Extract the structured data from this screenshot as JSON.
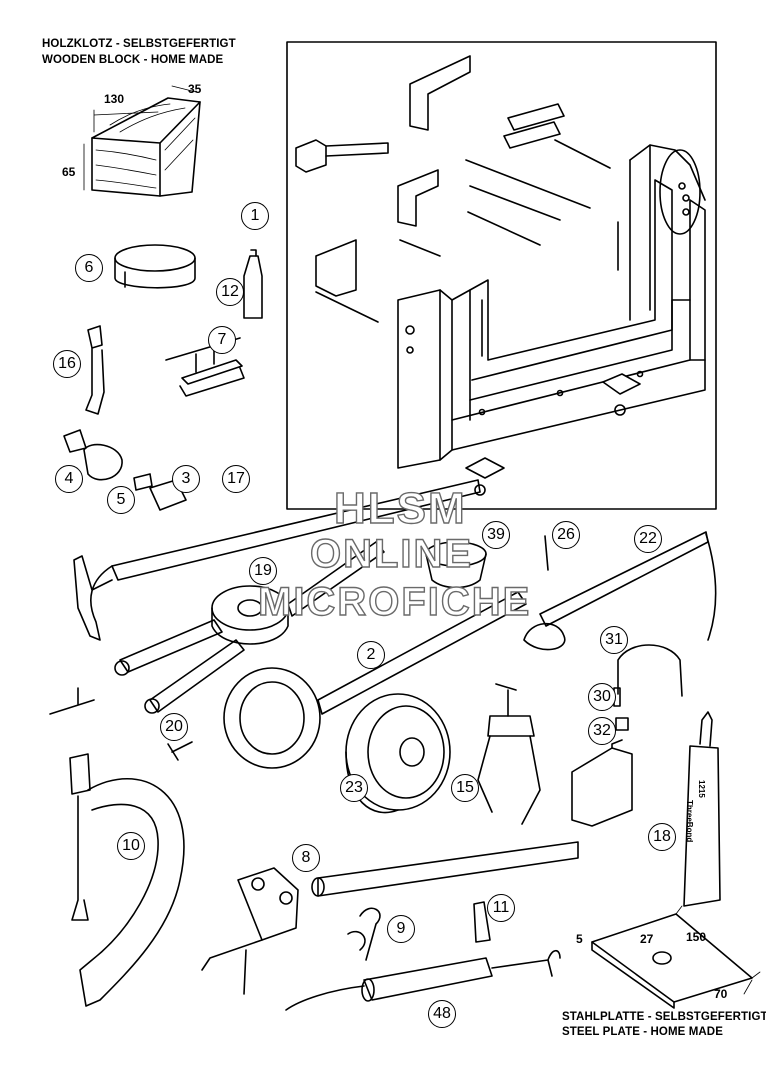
{
  "captions": {
    "wood_de": "HOLZKLOTZ - SELBSTGEFERTIGT",
    "wood_en": "WOODEN BLOCK - HOME MADE",
    "plate_de": "STAHLPLATTE - SELBSTGEFERTIGT",
    "plate_en": "STEEL PLATE - HOME MADE"
  },
  "dimensions": {
    "block_len": "130",
    "block_depth": "35",
    "block_height": "65",
    "plate_thk": "5",
    "plate_hole": "27",
    "plate_len": "150",
    "plate_width": "70"
  },
  "watermark": {
    "line1": "HLSM",
    "line2": "ONLINE",
    "line3": "MICROFICHE"
  },
  "callouts": {
    "c1": "1",
    "c2": "2",
    "c3": "3",
    "c4": "4",
    "c5": "5",
    "c6": "6",
    "c7": "7",
    "c8": "8",
    "c9": "9",
    "c10": "10",
    "c11": "11",
    "c12": "12",
    "c15": "15",
    "c16": "16",
    "c17": "17",
    "c18": "18",
    "c19": "19",
    "c20": "20",
    "c22": "22",
    "c23": "23",
    "c26": "26",
    "c30": "30",
    "c31": "31",
    "c32": "32",
    "c39": "39",
    "c48": "48"
  },
  "labels": {
    "threebond_brand": "ThreeBond",
    "threebond_code": "1215"
  }
}
